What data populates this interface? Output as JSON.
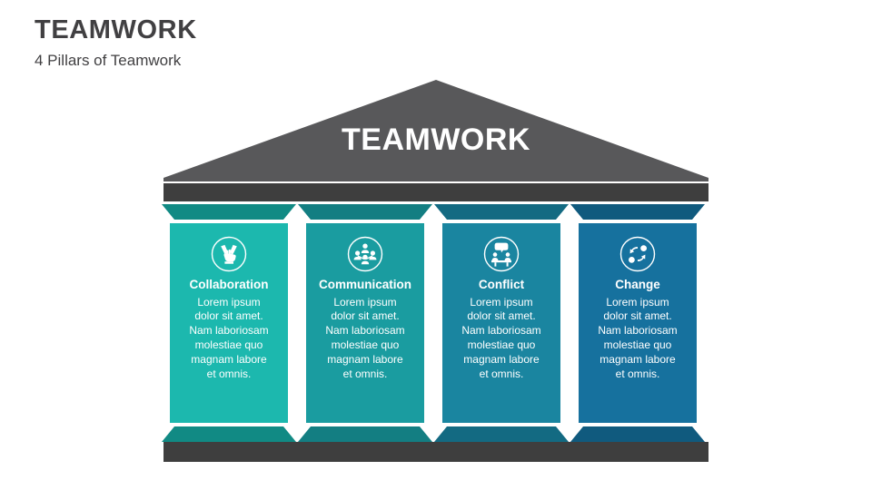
{
  "header": {
    "title": "TEAMWORK",
    "subtitle": "4 Pillars of Teamwork"
  },
  "temple": {
    "pediment_label": "TEAMWORK",
    "roof_color": "#58585a",
    "entablature_color": "#3e3e3e"
  },
  "pillars": [
    {
      "title": "Collaboration",
      "body": "Lorem ipsum\ndolor sit amet.\nNam laboriosam\nmolestiae quo\nmagnam labore\net omnis.",
      "icon": "joined-hands-icon",
      "shaft_color": "#1cb8ae",
      "cap_color": "#118a84"
    },
    {
      "title": "Communication",
      "body": "Lorem ipsum\ndolor sit amet.\nNam laboriosam\nmolestiae quo\nmagnam labore\net omnis.",
      "icon": "people-group-icon",
      "shaft_color": "#1a9ca0",
      "cap_color": "#137e82"
    },
    {
      "title": "Conflict",
      "body": "Lorem ipsum\ndolor sit amet.\nNam laboriosam\nmolestiae quo\nmagnam labore\net omnis.",
      "icon": "discussion-table-icon",
      "shaft_color": "#1a85a0",
      "cap_color": "#136a82"
    },
    {
      "title": "Change",
      "body": "Lorem ipsum\ndolor sit amet.\nNam laboriosam\nmolestiae quo\nmagnam labore\net omnis.",
      "icon": "swap-arrows-icon",
      "shaft_color": "#16719e",
      "cap_color": "#105a7e"
    }
  ]
}
